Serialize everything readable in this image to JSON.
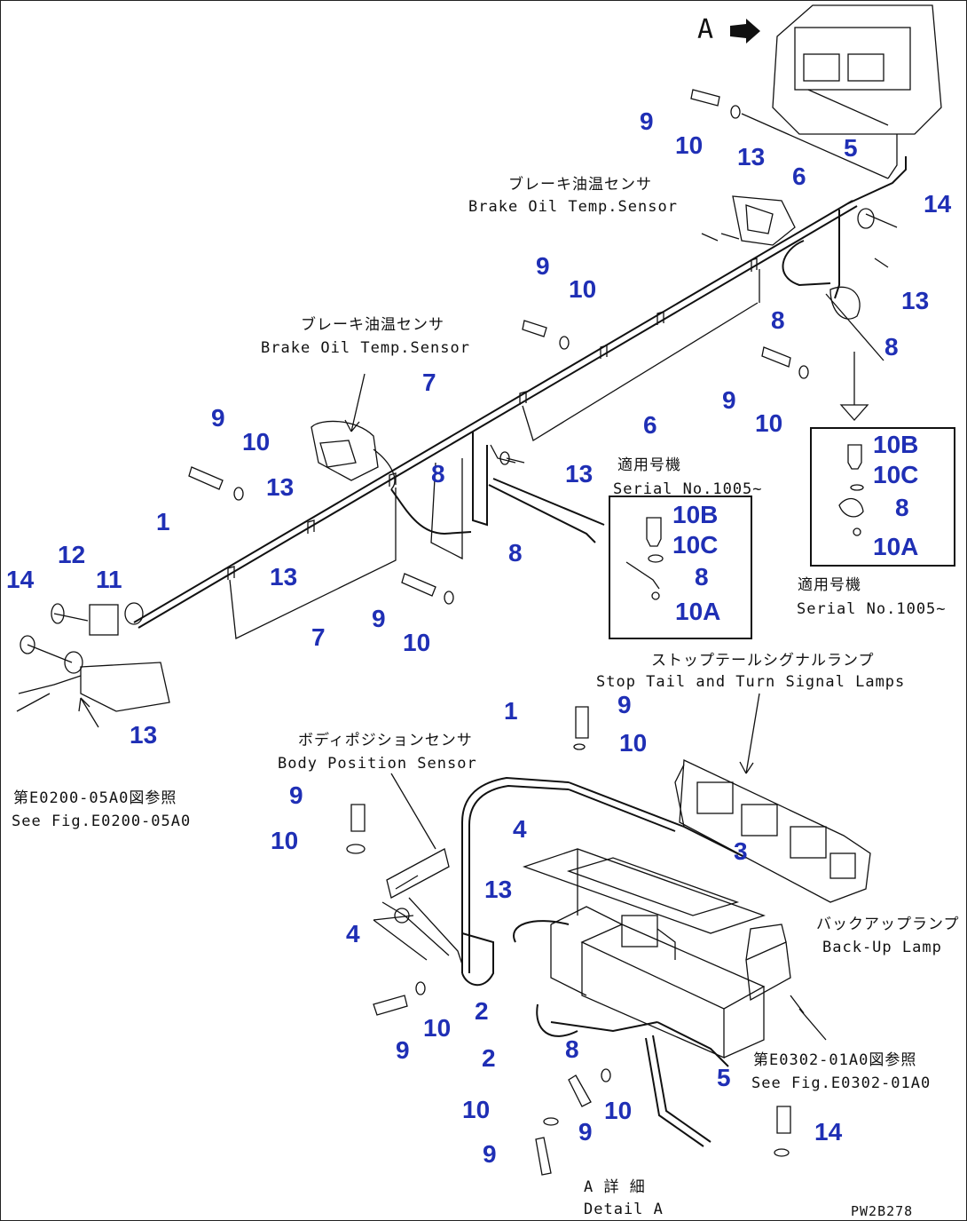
{
  "view_marker": "A",
  "captions": {
    "brake_sensor_upper_jp": "ブレーキ油温センサ",
    "brake_sensor_upper_en": "Brake Oil Temp.Sensor",
    "brake_sensor_left_jp": "ブレーキ油温センサ",
    "brake_sensor_left_en": "Brake Oil Temp.Sensor",
    "serial_center_jp": "適用号機",
    "serial_center_en": "Serial No.1005~",
    "serial_right_jp": "適用号機",
    "serial_right_en": "Serial No.1005~",
    "stop_tail_jp": "ストップテールシグナルランプ",
    "stop_tail_en": "Stop Tail and Turn Signal Lamps",
    "body_position_jp": "ボディポジションセンサ",
    "body_position_en": "Body Position Sensor",
    "see_fig_left_jp": "第E0200-05A0図参照",
    "see_fig_left_en": "See Fig.E0200-05A0",
    "back_up_jp": "バックアップランプ",
    "back_up_en": "Back-Up Lamp",
    "see_fig_right_jp": "第E0302-01A0図参照",
    "see_fig_right_en": "See Fig.E0302-01A0",
    "detail_jp": "A 詳 細",
    "detail_en": "Detail A",
    "drawing_code": "PW2B278"
  },
  "part_labels": {
    "p1": "9",
    "p2": "10",
    "p3": "13",
    "p4": "5",
    "p5": "6",
    "p6": "14",
    "p7": "13",
    "p8": "8",
    "p9": "8",
    "p10": "9",
    "p11": "10",
    "p12": "9",
    "p13": "10",
    "p14": "6",
    "p15": "7",
    "p16": "13",
    "p17": "9",
    "p18": "10",
    "p19": "13",
    "p20": "8",
    "p21": "8",
    "p22": "1",
    "p23": "13",
    "p24": "7",
    "p25": "9",
    "p26": "10",
    "p27": "12",
    "p28": "11",
    "p29": "14",
    "p30": "13",
    "p31": "10B",
    "p32": "10C",
    "p33": "8",
    "p34": "10A",
    "p35": "10B",
    "p36": "10C",
    "p37": "8",
    "p38": "10A",
    "p39": "1",
    "p40": "9",
    "p41": "10",
    "p42": "9",
    "p43": "10",
    "p44": "4",
    "p45": "3",
    "p46": "13",
    "p47": "4",
    "p48": "9",
    "p49": "10",
    "p50": "2",
    "p51": "2",
    "p52": "8",
    "p53": "5",
    "p54": "10",
    "p55": "9",
    "p56": "10",
    "p57": "9",
    "p58": "14"
  }
}
